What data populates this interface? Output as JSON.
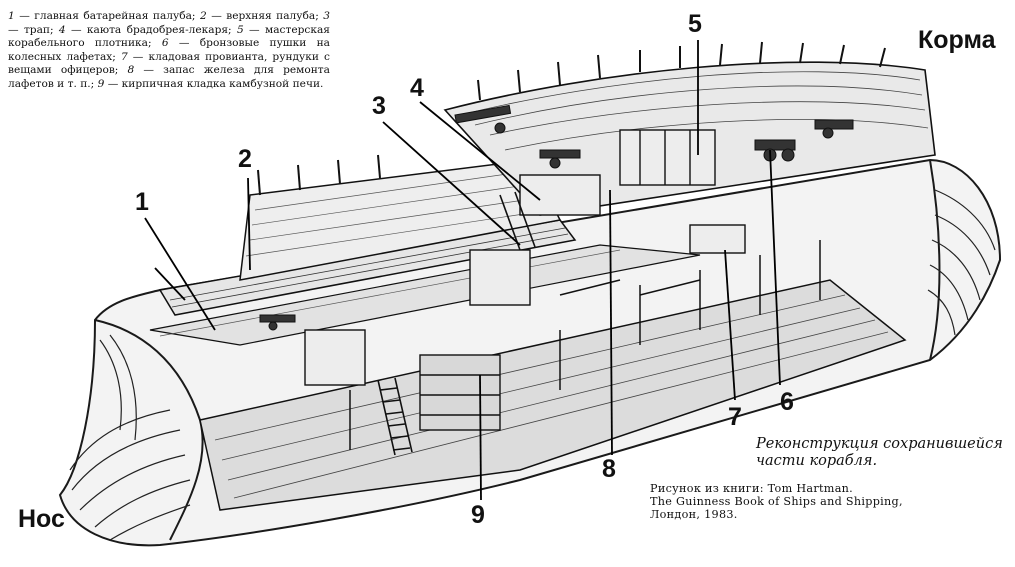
{
  "legend": {
    "items": [
      {
        "num": "1",
        "text": "главная батарейная палуба;"
      },
      {
        "num": "2",
        "text": "верхняя палуба;"
      },
      {
        "num": "3",
        "text": "трап;"
      },
      {
        "num": "4",
        "text": "каюта брадобрея-лекаря;"
      },
      {
        "num": "5",
        "text": "мастерская корабельного плотника;"
      },
      {
        "num": "6",
        "text": "бронзовые пушки на колесных лафетах;"
      },
      {
        "num": "7",
        "text": "кладовая провианта, рундуки с вещами офицеров;"
      },
      {
        "num": "8",
        "text": "запас железа для ремонта лафетов и т. п.;"
      },
      {
        "num": "9",
        "text": "кирпичная кладка камбузной печи."
      }
    ]
  },
  "callouts": [
    "1",
    "2",
    "3",
    "4",
    "5",
    "6",
    "7",
    "8",
    "9"
  ],
  "labels": {
    "stern": "Корма",
    "bow": "Нос"
  },
  "caption": {
    "line1": "Реконструкция сохранившейся",
    "line2": "части корабля."
  },
  "credit": {
    "line1": "Рисунок из книги: Tom Hartman.",
    "line2": "The Guinness Book of Ships and Shipping,",
    "line3": "Лондон, 1983."
  }
}
